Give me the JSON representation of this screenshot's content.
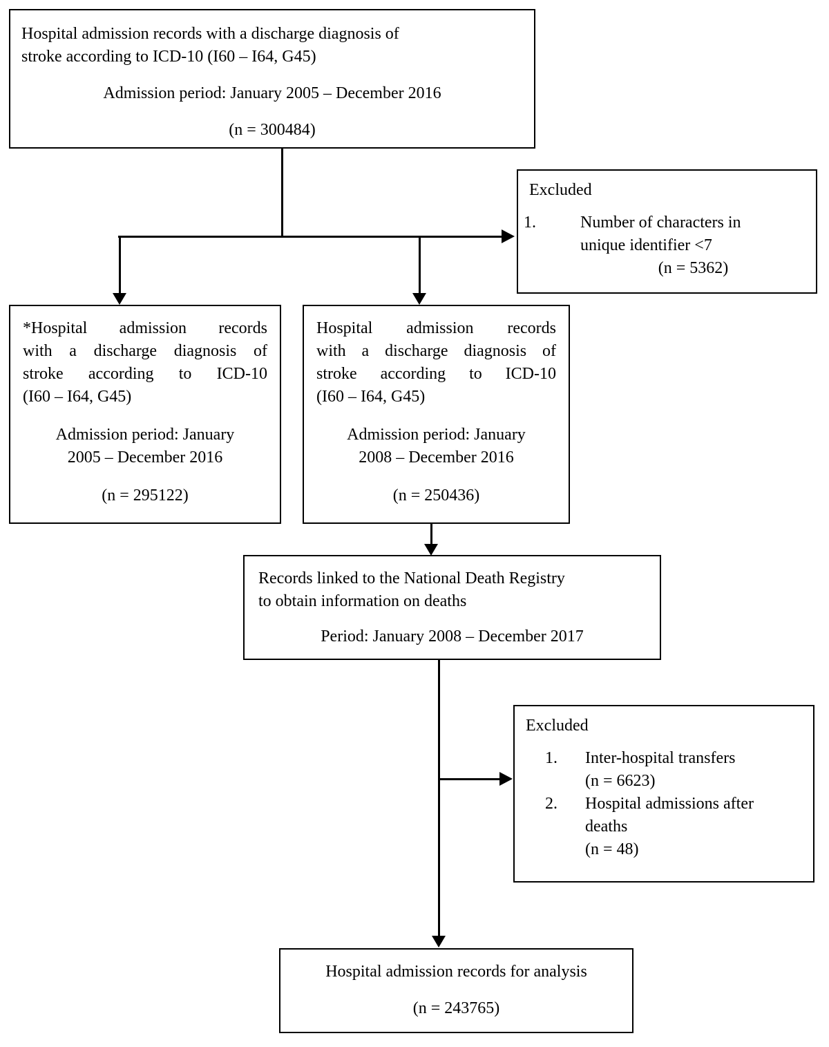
{
  "diagram": {
    "colors": {
      "ink": "#000000",
      "background": "#ffffff"
    },
    "top_box": {
      "body_lines": [
        "Hospital admission records with a discharge diagnosis of",
        "stroke according to ICD-10 (I60 – I64, G45)"
      ],
      "period": "Admission period: January 2005 – December 2016",
      "n": "(n = 300484)"
    },
    "excluded_box_1": {
      "title": "Excluded",
      "item": {
        "number": "1.",
        "lines": [
          "Number of characters in",
          "unique identifier <7"
        ],
        "n": "(n = 5362)"
      }
    },
    "left_box": {
      "body_lines": [
        "*Hospital admission records",
        "with a discharge diagnosis of",
        "stroke according to ICD-10",
        "(I60 – I64, G45)"
      ],
      "period_lines": [
        "Admission period: January",
        "2005 – December 2016"
      ],
      "n": "(n = 295122)"
    },
    "middle_box": {
      "body_lines": [
        "Hospital admission records",
        "with a discharge diagnosis of",
        "stroke according to ICD-10",
        "(I60 – I64, G45)"
      ],
      "period_lines": [
        "Admission period: January",
        "2008 – December 2016"
      ],
      "n": "(n = 250436)"
    },
    "registry_box": {
      "body_lines": [
        "Records linked to the National Death Registry",
        "to obtain information on deaths"
      ],
      "period": "Period: January 2008 – December 2017"
    },
    "excluded_box_2": {
      "title": "Excluded",
      "items": [
        {
          "number": "1.",
          "lines": [
            "Inter-hospital transfers",
            "(n = 6623)"
          ]
        },
        {
          "number": "2.",
          "lines": [
            "Hospital admissions after",
            "deaths",
            "(n = 48)"
          ]
        }
      ]
    },
    "analysis_box": {
      "title": "Hospital admission records for analysis",
      "n": "(n = 243765)"
    }
  }
}
